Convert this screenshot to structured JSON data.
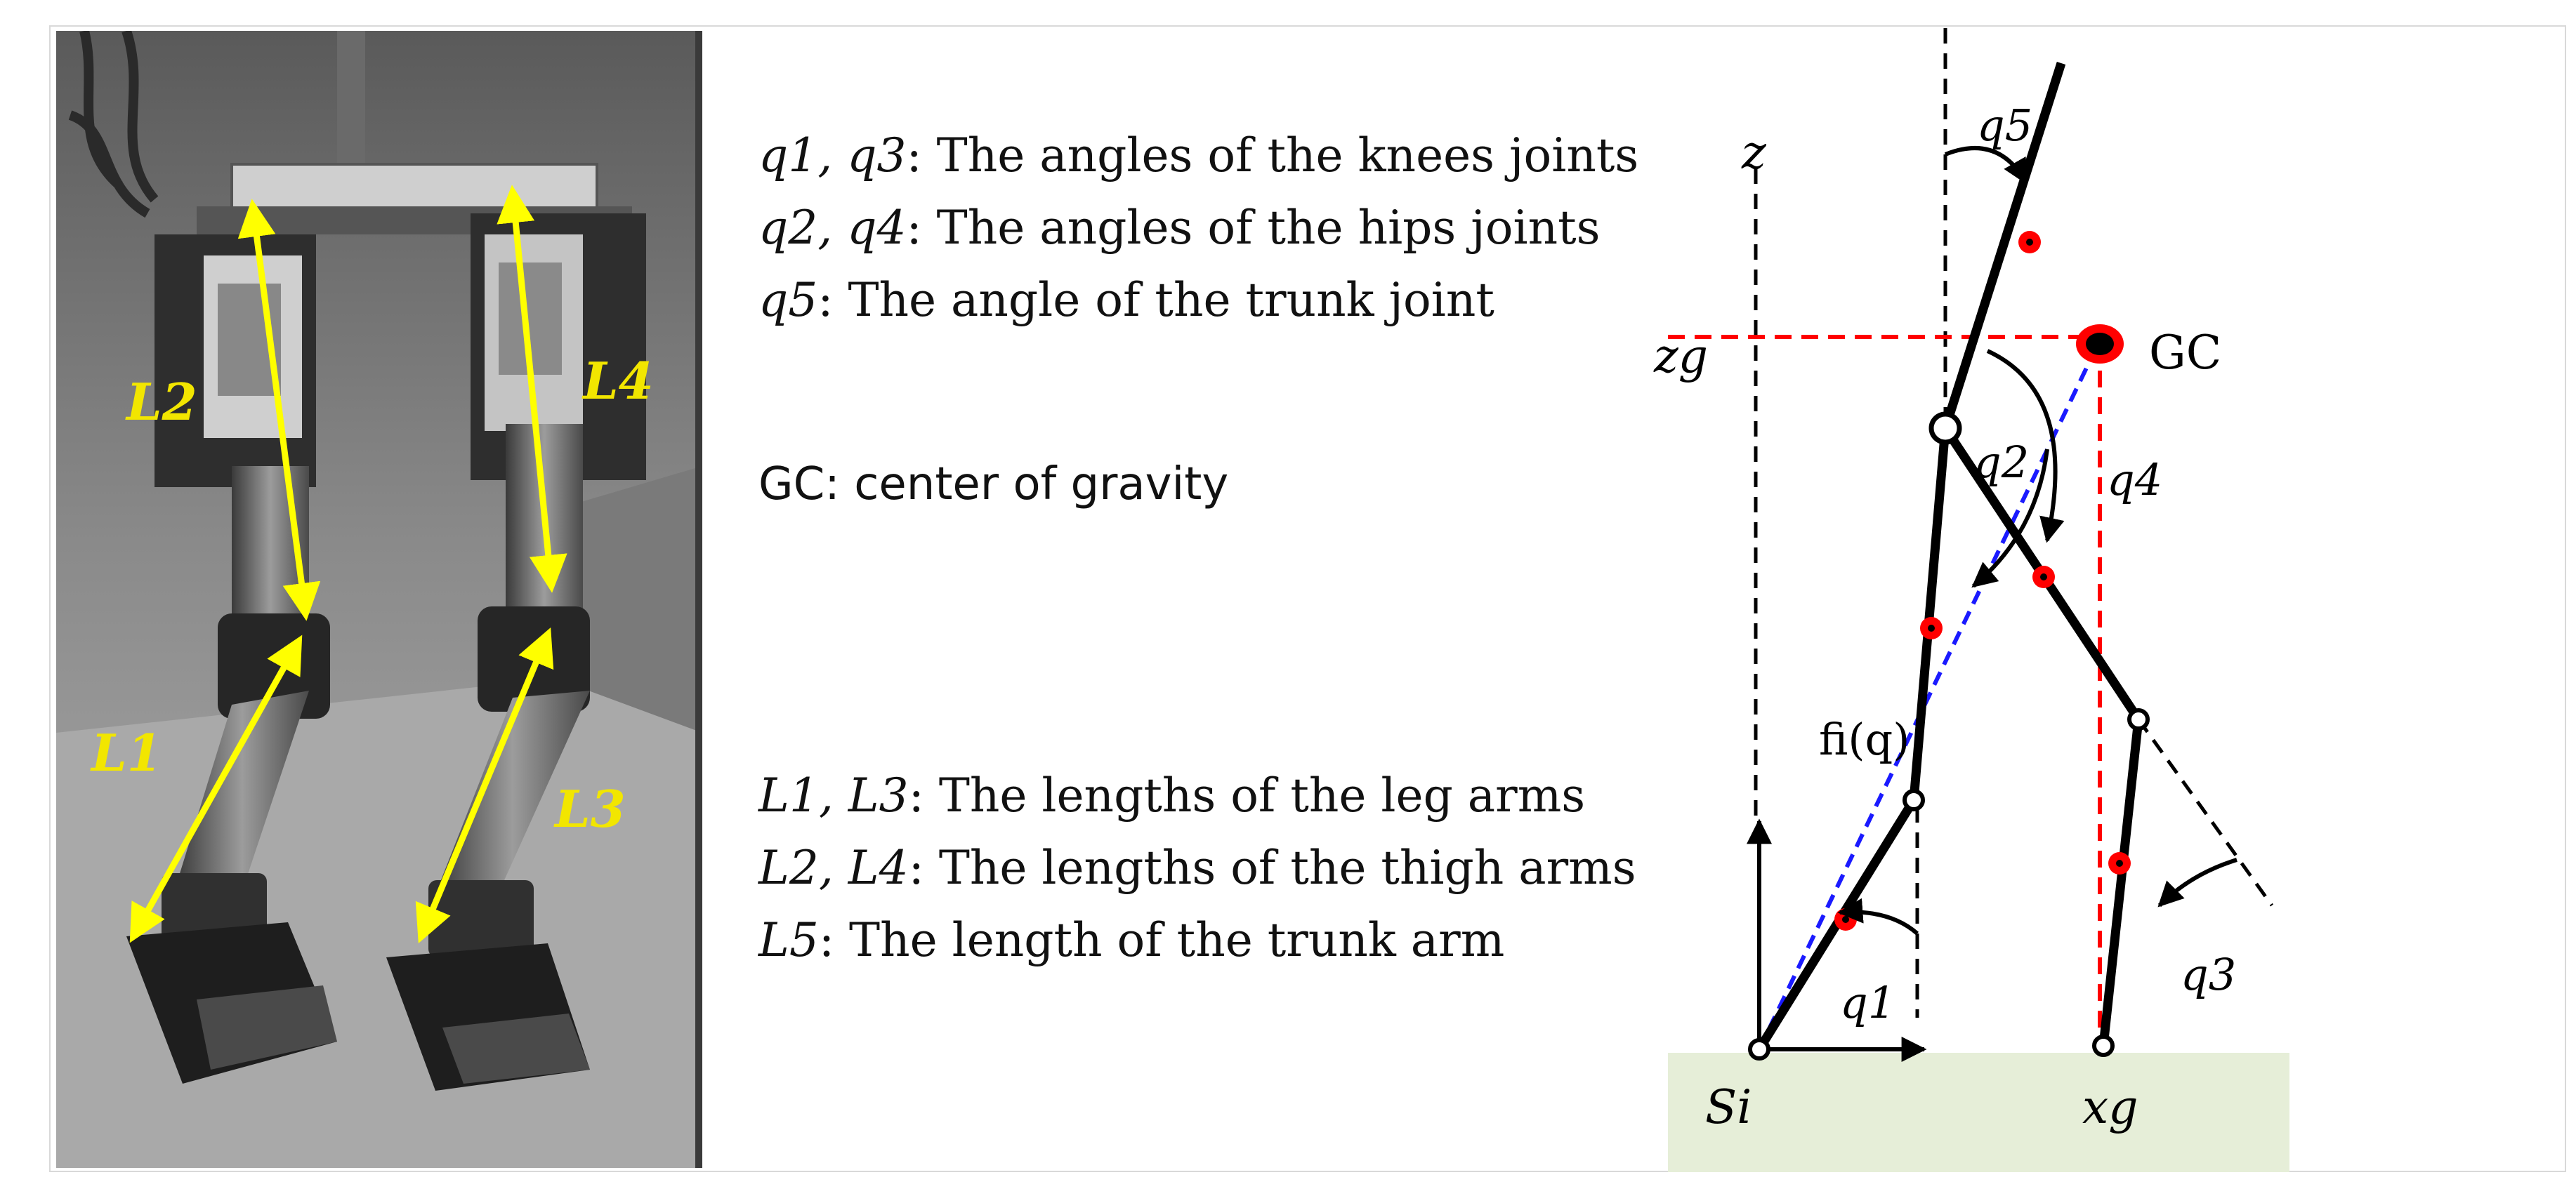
{
  "legend": {
    "joint_angles": [
      {
        "symbols": "q1, q3",
        "text": ": The angles of the knees joints"
      },
      {
        "symbols": "q2, q4",
        "text": ": The angles of the hips joints"
      },
      {
        "symbols": "q5",
        "text": ": The angle of the trunk joint"
      }
    ],
    "gc": "GC: center of gravity",
    "lengths": [
      {
        "symbols": "L1, L3",
        "text": ": The lengths of the leg arms"
      },
      {
        "symbols": "L2, L4",
        "text": ": The lengths of the thigh arms"
      },
      {
        "symbols": "L5",
        "text": ": The length of the trunk arm"
      }
    ]
  },
  "photo_labels": {
    "l1": "L1",
    "l2": "L2",
    "l3": "L3",
    "l4": "L4"
  },
  "diagram_labels": {
    "z": "z",
    "zg": "zg",
    "gc": "GC",
    "q1": "q1",
    "q2": "q2",
    "q3": "q3",
    "q4": "q4",
    "q5": "q5",
    "fi": "fi(q)",
    "si": "Si",
    "xg": "xg"
  },
  "colors": {
    "label_yellow": "#f2e600",
    "arrow_yellow": "#ffff00",
    "red_dash": "#ff0000",
    "blue_dash": "#1a1aff",
    "ground": "#e6eed8"
  }
}
